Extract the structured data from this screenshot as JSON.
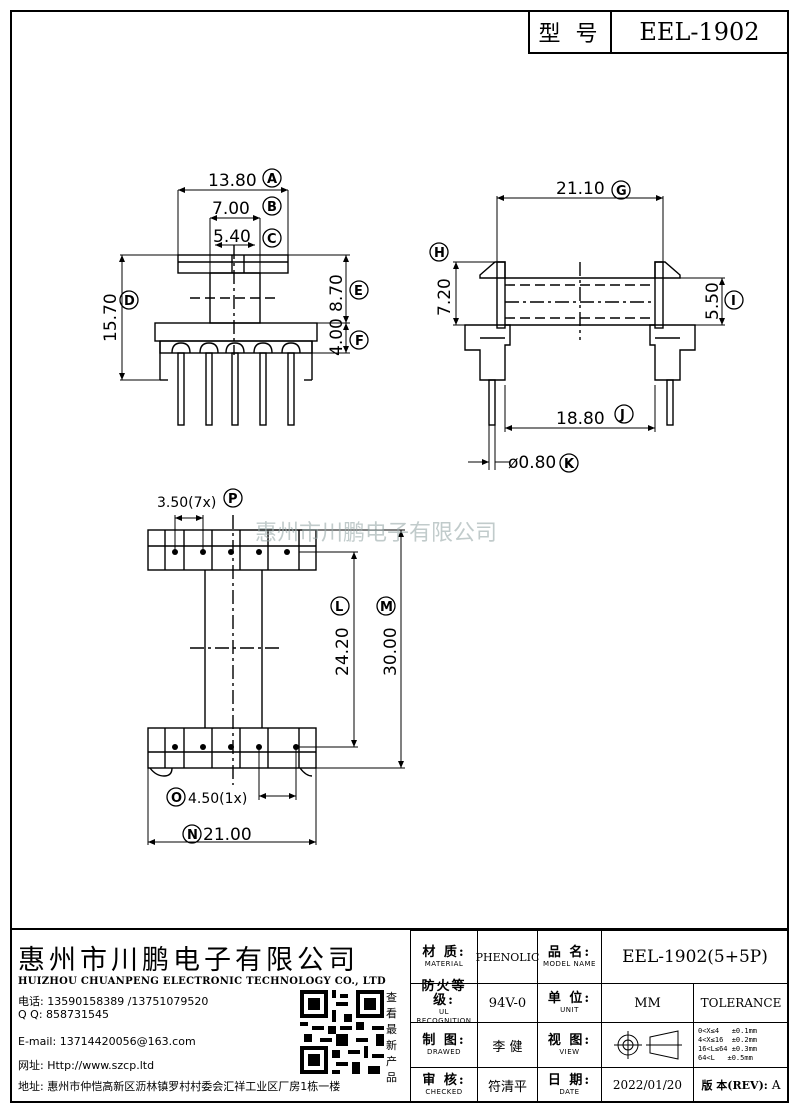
{
  "header": {
    "model_label": "型 号",
    "model_value": "EEL-1902"
  },
  "dimensions": {
    "A": "13.80",
    "B": "7.00",
    "C": "5.40",
    "D": "15.70",
    "E": "8.70",
    "F": "4.00",
    "G": "21.10",
    "H": "7.20",
    "I": "5.50",
    "J": "18.80",
    "K": "ø0.80",
    "P": "3.50(7x)",
    "L": "24.20",
    "M": "30.00",
    "O": "4.50(1x)",
    "N": "21.00"
  },
  "markers": {
    "A": "A",
    "B": "B",
    "C": "C",
    "D": "D",
    "E": "E",
    "F": "F",
    "G": "G",
    "H": "H",
    "I": "I",
    "J": "J",
    "K": "K",
    "P": "P",
    "L": "L",
    "M": "M",
    "O": "O",
    "N": "N"
  },
  "watermark": "惠州市川鹏电子有限公司",
  "company": {
    "name_cn": "惠州市川鹏电子有限公司",
    "name_en": "HUIZHOU CHUANPENG ELECTRONIC TECHNOLOGY CO., LTD",
    "phone": "电话: 13590158389 /13751079520",
    "qq": "Q Q:  858731545",
    "email": "E-mail: 13714420056@163.com",
    "website": "网址: Http://www.szcp.ltd",
    "address": "地址: 惠州市仲恺高新区沥林镇罗村村委会汇祥工业区厂房1栋一楼",
    "qr_caption": "查看最新产品"
  },
  "title_block": {
    "material_cn": "材 质:",
    "material_en": "MATERIAL",
    "material_val": "PHENOLIC",
    "partname_cn": "品 名:",
    "partname_en": "MODEL NAME",
    "partname_val": "EEL-1902(5+5P)",
    "ul_cn": "防火等级:",
    "ul_en": "UL RECOGNITION",
    "ul_val": "94V-0",
    "unit_cn": "单 位:",
    "unit_en": "UNIT",
    "unit_val": "MM",
    "tolerance": "TOLERANCE",
    "drawn_cn": "制 图:",
    "drawn_en": "DRAWED",
    "drawn_val": "李 健",
    "view_cn": "视 图:",
    "view_en": "VIEW",
    "tol_lines": [
      "0<X≤4   ±0.1mm",
      "4<X≤16  ±0.2mm",
      "16<L≤64 ±0.3mm",
      "64<L   ±0.5mm"
    ],
    "checked_cn": "审 核:",
    "checked_en": "CHECKED",
    "checked_val": "符清平",
    "date_cn": "日 期:",
    "date_en": "DATE",
    "date_val": "2022/01/20",
    "rev_label": "版 本(REV):",
    "rev_val": "A"
  }
}
